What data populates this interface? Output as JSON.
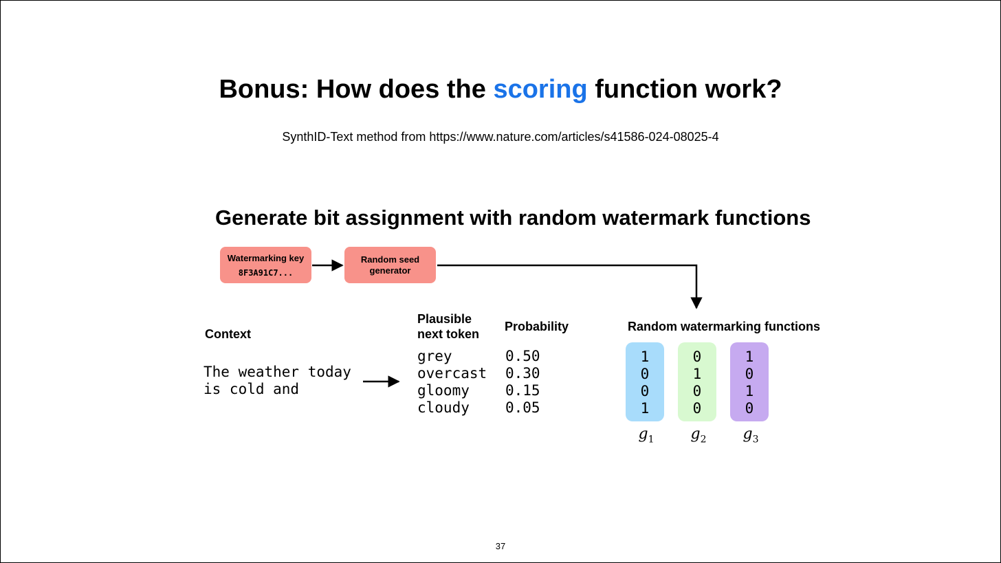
{
  "title": {
    "prefix": "Bonus: How does the ",
    "highlight": "scoring",
    "suffix": " function work?",
    "highlight_color": "#1a73e8"
  },
  "subtitle": "SynthID-Text method from https://www.nature.com/articles/s41586-024-08025-4",
  "section_heading": "Generate bit assignment with random watermark functions",
  "key_box": {
    "label": "Watermarking key",
    "value": "8F3A91C7..."
  },
  "seed_box": {
    "label": "Random seed generator"
  },
  "context": {
    "header": "Context",
    "text": "The weather today\nis cold and"
  },
  "tokens": {
    "header_token": "Plausible\nnext token",
    "header_prob": "Probability",
    "rows": [
      {
        "token": "grey",
        "prob": "0.50"
      },
      {
        "token": "overcast",
        "prob": "0.30"
      },
      {
        "token": "gloomy",
        "prob": "0.15"
      },
      {
        "token": "cloudy",
        "prob": "0.05"
      }
    ]
  },
  "functions": {
    "header": "Random watermarking functions",
    "items": [
      {
        "name": "g",
        "sub": "1",
        "color": "#a8dcfb",
        "bits": [
          "1",
          "0",
          "0",
          "1"
        ]
      },
      {
        "name": "g",
        "sub": "2",
        "color": "#d8f9d0",
        "bits": [
          "0",
          "1",
          "0",
          "0"
        ]
      },
      {
        "name": "g",
        "sub": "3",
        "color": "#c6aaf0",
        "bits": [
          "1",
          "0",
          "1",
          "0"
        ]
      }
    ]
  },
  "box_color": "#f8928a",
  "page_number": "37"
}
